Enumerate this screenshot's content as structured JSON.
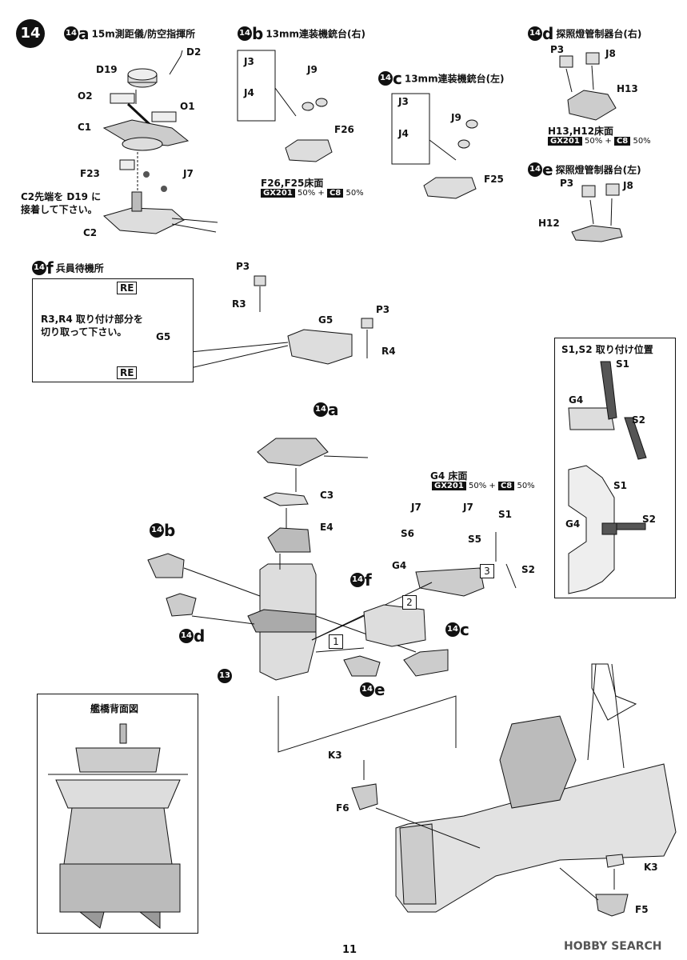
{
  "step": {
    "number": "14"
  },
  "sections": {
    "a": {
      "num": "14",
      "letter": "a",
      "title": "15m測距儀/防空指揮所"
    },
    "b": {
      "num": "14",
      "letter": "b",
      "title": "13mm連装機銃台(右)"
    },
    "c": {
      "num": "14",
      "letter": "c",
      "title": "13mm連装機銃台(左)"
    },
    "d": {
      "num": "14",
      "letter": "d",
      "title": "探照燈管制器台(右)"
    },
    "e": {
      "num": "14",
      "letter": "e",
      "title": "探照燈管制器台(左)"
    },
    "f": {
      "num": "14",
      "letter": "f",
      "title": "兵員待機所"
    }
  },
  "labels": {
    "D2": "D2",
    "D19": "D19",
    "O2": "O2",
    "O1": "O1",
    "C1": "C1",
    "F23": "F23",
    "J7": "J7",
    "C2": "C2",
    "J3": "J3",
    "J4": "J4",
    "J9": "J9",
    "F26": "F26",
    "F25": "F25",
    "P3": "P3",
    "J8": "J8",
    "H13": "H13",
    "H12": "H12",
    "R3": "R3",
    "R4": "R4",
    "G5": "G5",
    "RE": "RE",
    "C3": "C3",
    "E4": "E4",
    "G4": "G4",
    "S1": "S1",
    "S2": "S2",
    "S5": "S5",
    "S6": "S6",
    "K3": "K3",
    "F6": "F6",
    "F5": "F5",
    "num13": "13"
  },
  "notes": {
    "c2_attach": "C2先端を D19 に\n接着して下さい。",
    "f_cut": "R3,R4 取り付け部分を\n切り取って下さい。",
    "s_position": "S1,S2 取り付け位置",
    "bridge_rear": "艦橋背面図"
  },
  "paint": {
    "b_floor": "F26,F25床面",
    "d_floor": "H13,H12床面",
    "g4_floor": "G4 床面",
    "gx": "GX201",
    "gx_pct": "50% +",
    "c8": "C8",
    "c8_pct": "50%"
  },
  "callouts": {
    "one": "1",
    "two": "2",
    "three": "3"
  },
  "page_number": "11",
  "watermark": "HOBBY SEARCH",
  "colors": {
    "ink": "#111111",
    "part_fill": "#e6e6e6",
    "paint_tag": "#111111"
  }
}
